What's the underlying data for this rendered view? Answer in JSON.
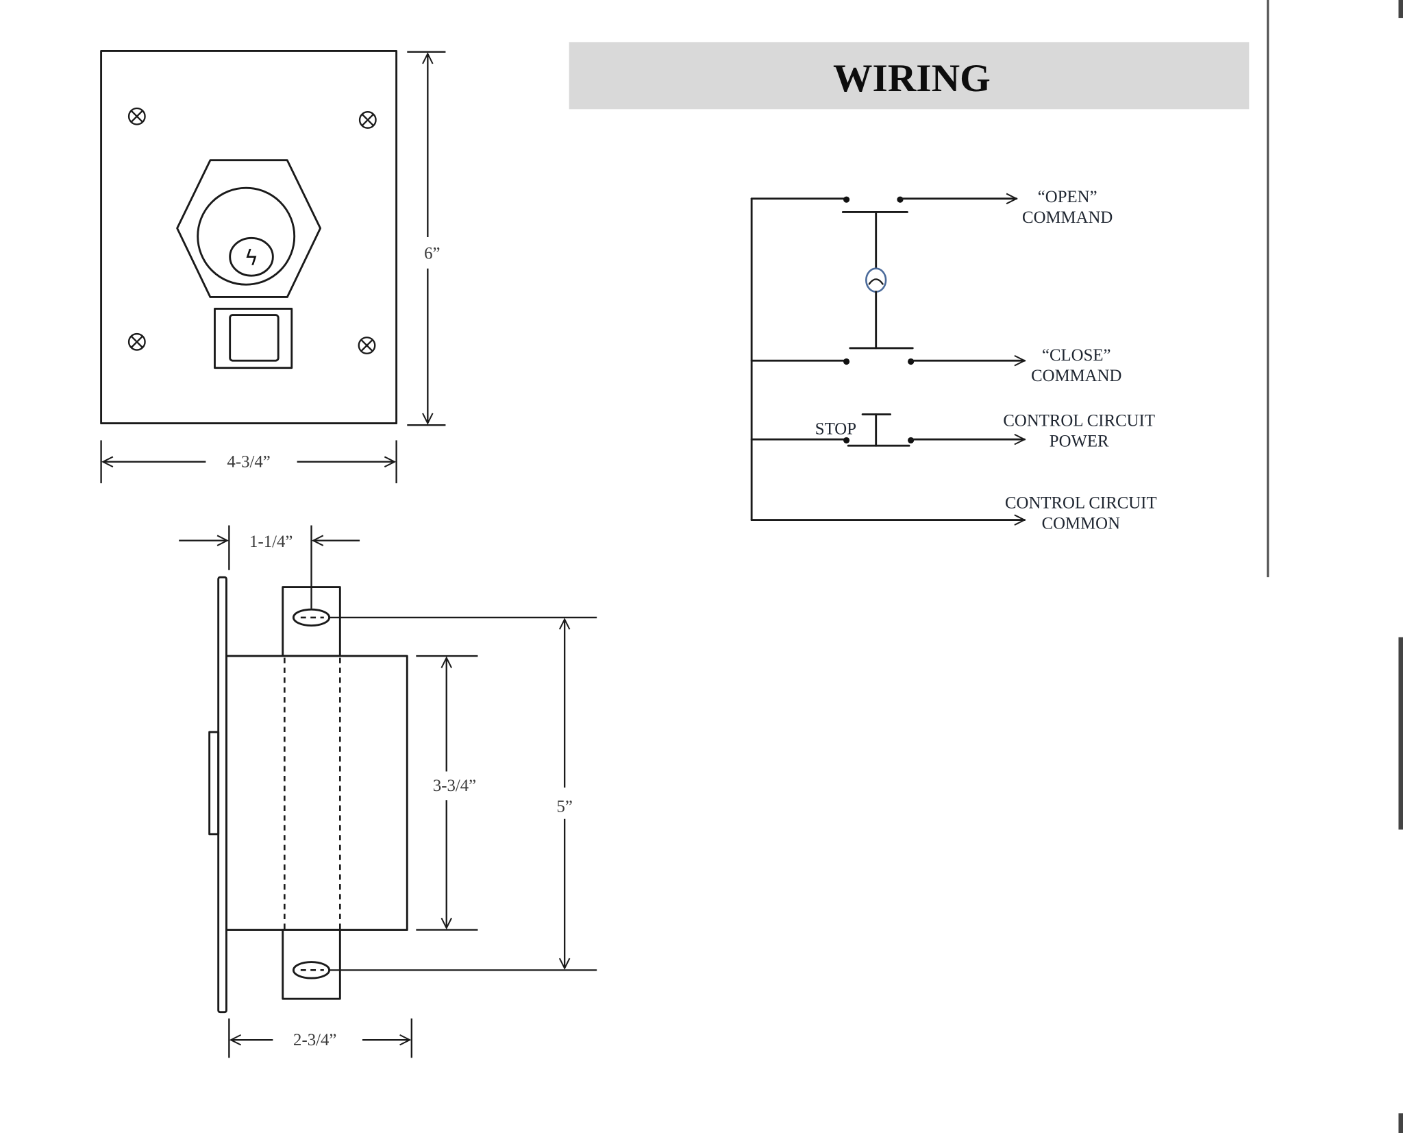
{
  "wiring_section": {
    "title": "WIRING",
    "title_bar_color": "#d9d9d9",
    "labels": {
      "open_line1": "“OPEN”",
      "open_line2": "COMMAND",
      "close_line1": "“CLOSE”",
      "close_line2": "COMMAND",
      "stop": "STOP",
      "power_line1": "CONTROL CIRCUIT",
      "power_line2": "POWER",
      "common_line1": "CONTROL CIRCUIT",
      "common_line2": "COMMON"
    }
  },
  "front_view": {
    "width_dim": "4-3/4”",
    "height_dim": "6”",
    "key_symbol": "ϟ"
  },
  "side_view": {
    "offset_dim": "1-1/4”",
    "body_height_dim": "3-3/4”",
    "mount_height_dim": "5”",
    "depth_dim": "2-3/4”"
  }
}
